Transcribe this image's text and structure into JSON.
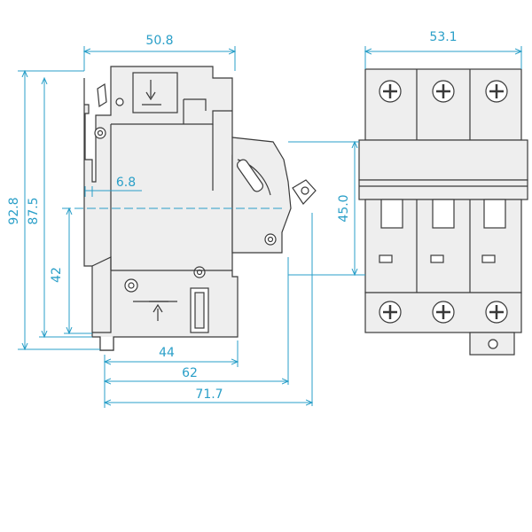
{
  "colors": {
    "dimension": "#2a9fc8",
    "body_fill": "#eeeeee",
    "outline": "#3a3a3a",
    "background": "#ffffff"
  },
  "side_view": {
    "dims": {
      "top_width": "50.8",
      "total_height": "92.8",
      "body_height": "87.5",
      "rail_height": "42",
      "small_offset": "6.8",
      "depth_44": "44",
      "depth_62": "62",
      "depth_71": "71.7"
    }
  },
  "front_view": {
    "dims": {
      "width": "53.1",
      "handle_height": "45.0"
    },
    "poles": 3
  }
}
